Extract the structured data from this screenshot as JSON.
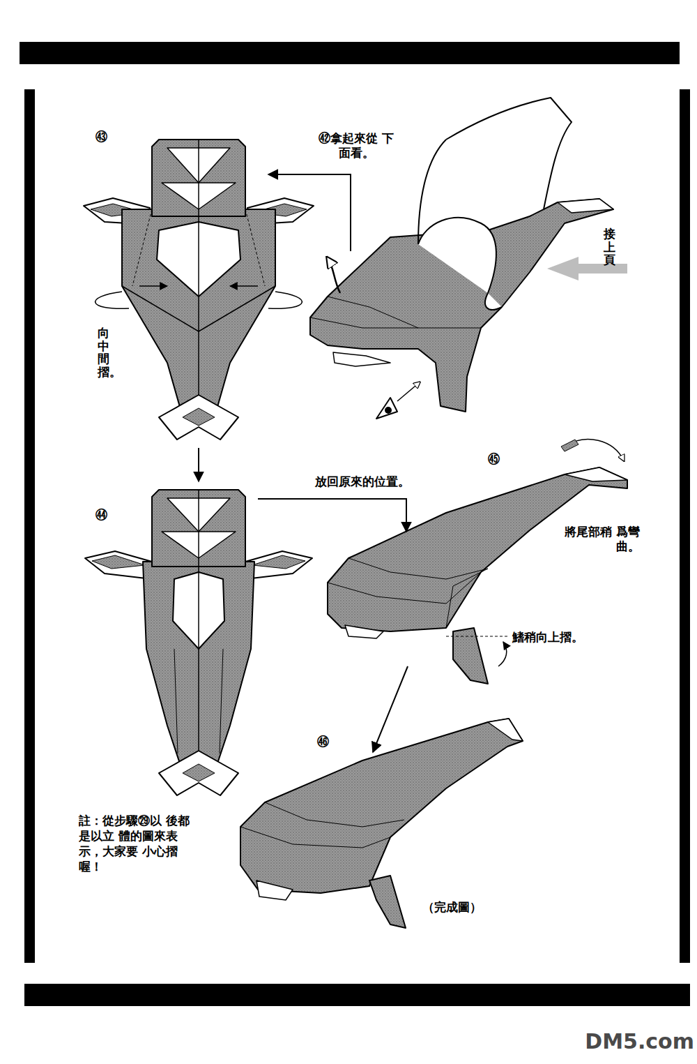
{
  "diagram": {
    "labels": [
      "㊸",
      "㊷拿起來從 下面看。",
      "接上頁",
      "向中間摺。",
      "㊹",
      "放回原來的位置。",
      "㊺",
      "將尾部稍 爲彎曲。",
      "鰭稍向上摺。",
      "㊻",
      "註：從步驟㉙以 後都是以立 體的圖來表 示，大家要 小心摺喔！",
      "（完成圖）",
      "DM5.com"
    ]
  }
}
